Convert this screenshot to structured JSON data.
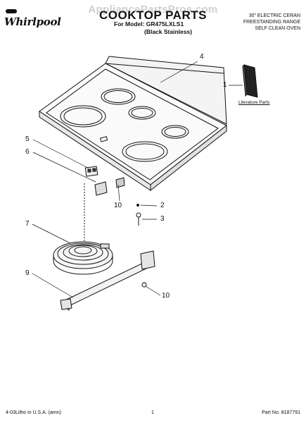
{
  "header": {
    "watermark": "AppliancePartsPros.com",
    "brand": "Whirlpool",
    "title": "COOKTOP PARTS",
    "model_line": "For Model: GR475LXLS1",
    "finish_line": "(Black Stainless)",
    "product_lines": [
      "30\" ELECTRIC CERAN",
      "FREESTANDING RANGE",
      "SELF CLEAN OVEN"
    ]
  },
  "literature": {
    "label": "Literature Parts"
  },
  "callouts": [
    "1",
    "2",
    "3",
    "4",
    "5",
    "6",
    "7",
    "9",
    "10",
    "10"
  ],
  "footer": {
    "left": "4-03Litho in U.S.A. (amn)",
    "page": "1",
    "part_no": "Part No. 8187791"
  }
}
